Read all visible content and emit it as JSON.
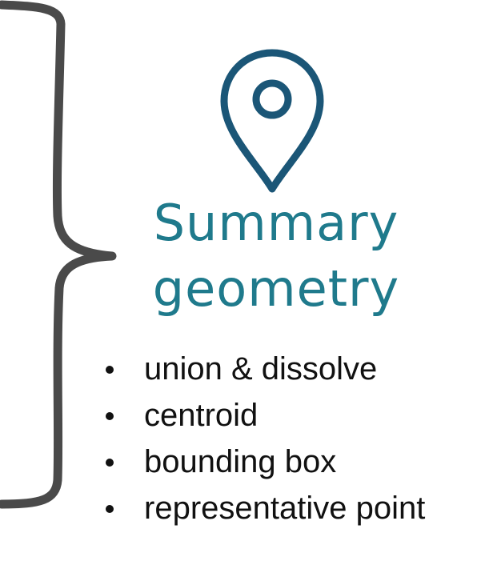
{
  "title": {
    "line1": "Summary",
    "line2": "geometry"
  },
  "icon": "map-pin-icon",
  "colors": {
    "pin": "#1b5677",
    "title": "#1f7a8c",
    "brace": "#4a4a4a"
  },
  "items": [
    "union & dissolve",
    "centroid",
    "bounding box",
    "representative point"
  ]
}
